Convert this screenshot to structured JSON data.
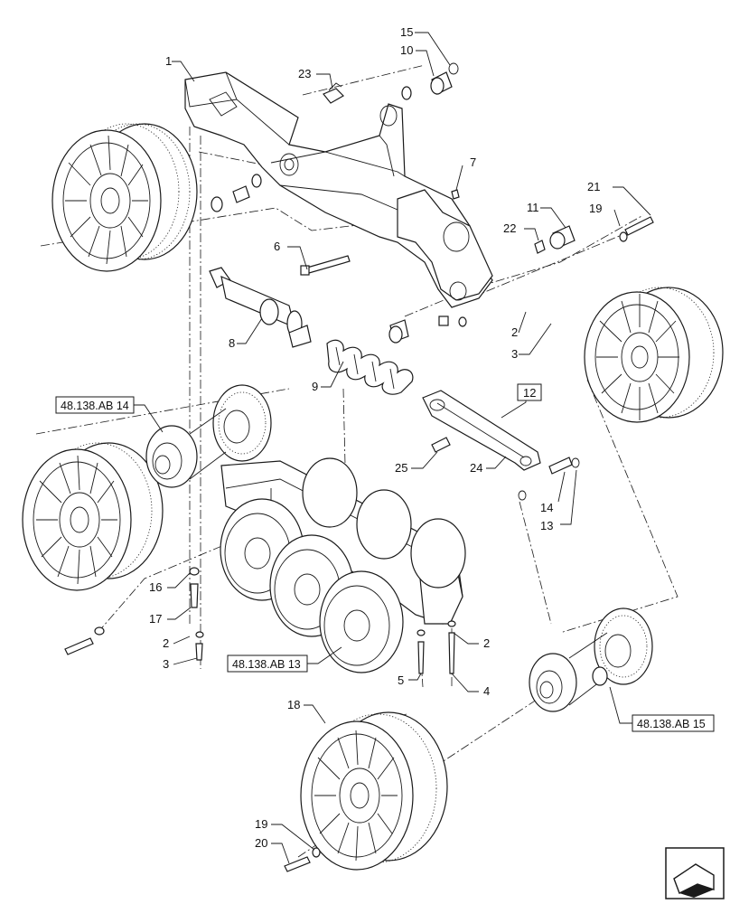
{
  "callouts": {
    "c1": "1",
    "c2a": "2",
    "c2b": "2",
    "c2c": "2",
    "c3a": "3",
    "c3b": "3",
    "c4": "4",
    "c5": "5",
    "c6": "6",
    "c7": "7",
    "c8": "8",
    "c9": "9",
    "c10": "10",
    "c11": "11",
    "c12": "12",
    "c13": "13",
    "c14": "14",
    "c15": "15",
    "c16": "16",
    "c17": "17",
    "c18": "18",
    "c19a": "19",
    "c19b": "19",
    "c20": "20",
    "c21": "21",
    "c22": "22",
    "c23": "23",
    "c24": "24",
    "c25": "25"
  },
  "references": {
    "ref14": "48.138.AB 14",
    "ref13": "48.138.AB 13",
    "ref15": "48.138.AB 15"
  },
  "icons": {
    "nav": "page-navigation-icon"
  }
}
